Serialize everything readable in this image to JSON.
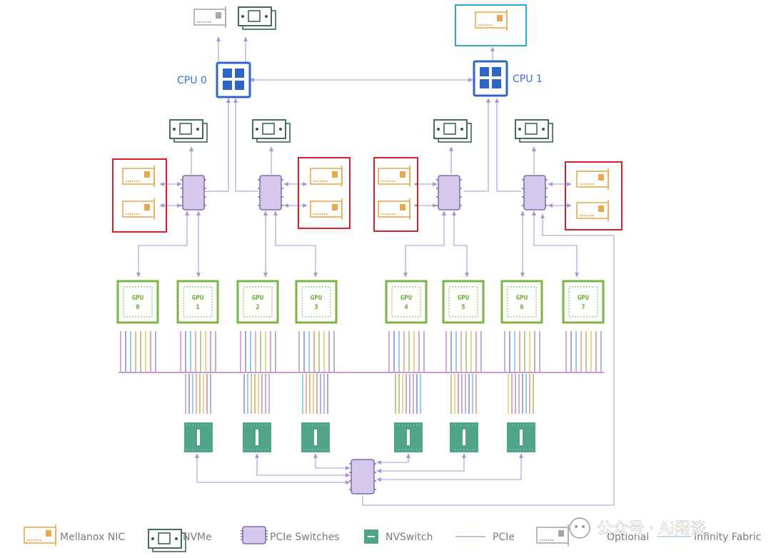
{
  "colors": {
    "pcie": "#b7a6de",
    "cpu": "#2f64c7",
    "gpu": "#7bb642",
    "nic": "#e9a84b",
    "nvme": "#2f5d4a",
    "optional": "#a7a7a7",
    "pcie_switch_fill": "#d5c8ea",
    "pcie_switch_stroke": "#6b5a99",
    "nvswitch": "#4fa489",
    "highlight_red": "#d9202a",
    "highlight_blue": "#2aa6dd",
    "bus_colors": [
      "#c79acb",
      "#8d8de0",
      "#7cc3e8",
      "#e8a27a",
      "#a4c279",
      "#f0c76c",
      "#d88aa3",
      "#9ba0d6"
    ]
  },
  "cpus": [
    {
      "label": "CPU 0"
    },
    {
      "label": "CPU 1"
    }
  ],
  "gpus": [
    {
      "label": "GPU",
      "index": "0"
    },
    {
      "label": "GPU",
      "index": "1"
    },
    {
      "label": "GPU",
      "index": "2"
    },
    {
      "label": "GPU",
      "index": "3"
    },
    {
      "label": "GPU",
      "index": "4"
    },
    {
      "label": "GPU",
      "index": "5"
    },
    {
      "label": "GPU",
      "index": "6"
    },
    {
      "label": "GPU",
      "index": "7"
    }
  ],
  "legend": {
    "nic": "Mellanox NIC",
    "nvme": "NVMe",
    "pcie_switches": "PCIe Switches",
    "nvswitch": "NVSwitch",
    "pcie": "PCIe",
    "optional": "Optional",
    "infinity_fabric": "Infinity Fabric"
  },
  "watermark": "公众号 · AI闲谈"
}
